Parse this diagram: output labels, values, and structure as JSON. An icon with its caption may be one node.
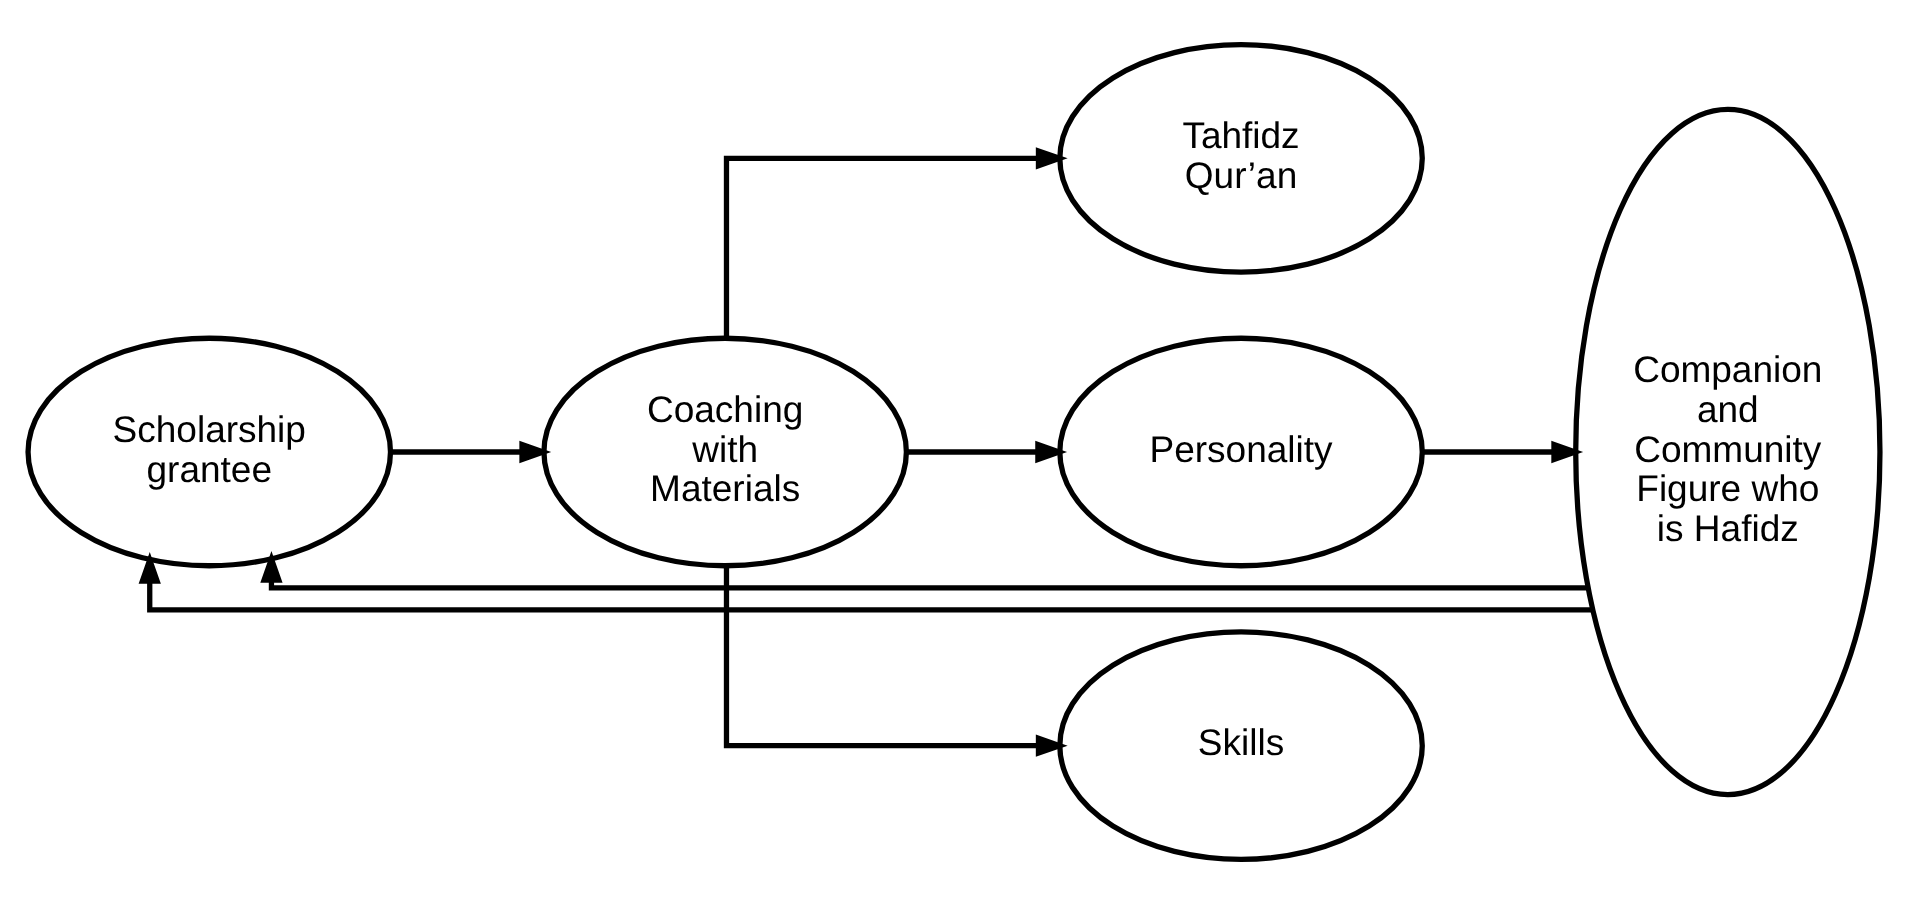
{
  "diagram": {
    "nodes": [
      {
        "text": [
          "Scholarship grantee"
        ]
      },
      {
        "text": [
          "Coaching with Materials"
        ]
      },
      {
        "text": [
          "Tahfidz Qur’an"
        ]
      },
      {
        "text": [
          "Personality"
        ]
      },
      {
        "text": [
          "Skills"
        ]
      },
      {
        "text": [
          "Companion and Community Figure who is Hafidz"
        ]
      }
    ],
    "edges": [
      {
        "from": 0,
        "to": 1,
        "arrow": "to"
      },
      {
        "from": 1,
        "to": 2,
        "arrow": "to"
      },
      {
        "from": 1,
        "to": 3,
        "arrow": "to"
      },
      {
        "from": 1,
        "to": 4,
        "arrow": "to"
      },
      {
        "from": 3,
        "to": 5,
        "arrow": "to"
      },
      {
        "from": 5,
        "to": 0,
        "arrow": "to"
      },
      {
        "from": 5,
        "to": 0,
        "arrow": "to"
      }
    ]
  }
}
